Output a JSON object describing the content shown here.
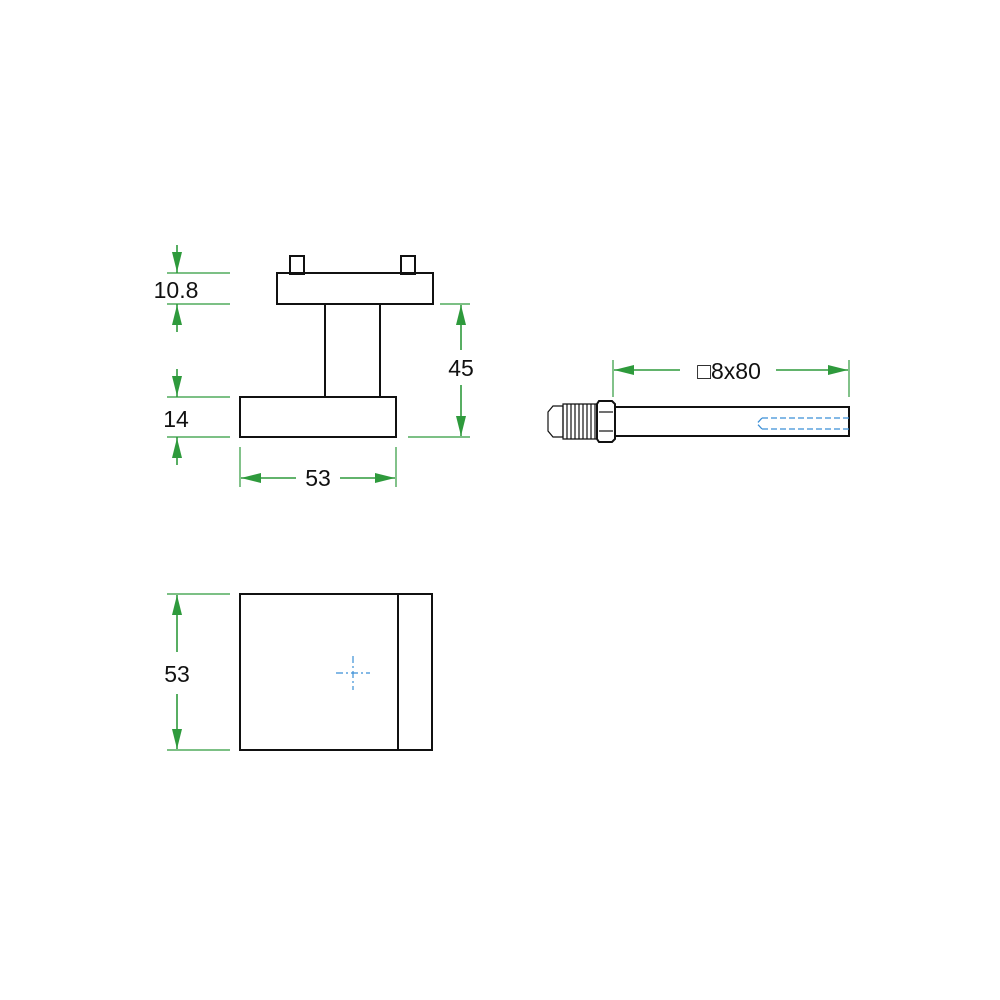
{
  "colors": {
    "outline": "#111111",
    "dimension": "#2e9a3c",
    "hidden_line": "#3b8fd6",
    "background": "#ffffff"
  },
  "dimensions": {
    "rose_thickness": "10.8",
    "base_thickness": "14",
    "overall_height": "45",
    "base_width": "53",
    "spindle": "□8x80",
    "top_view_size": "53"
  }
}
